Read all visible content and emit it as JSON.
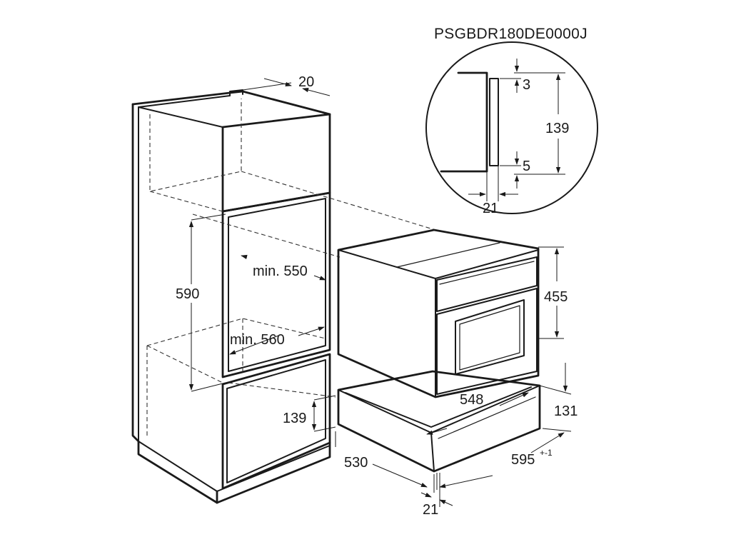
{
  "model_code": "PSGBDR180DE0000J",
  "dimensions": {
    "top_depth": "20",
    "cavity_height": "590",
    "min_depth": "min. 550",
    "min_width": "min. 560",
    "drawer_front_height": "139",
    "drawer_depth": "530",
    "front_thickness": "21",
    "appliance_height": "455",
    "appliance_width_inner": "548",
    "drawer_height": "131",
    "appliance_width": "595",
    "width_tolerance": "+-1"
  },
  "detail": {
    "gap_top": "3",
    "height": "139",
    "gap_bottom": "5",
    "thickness": "21"
  },
  "colors": {
    "line": "#1a1a1a",
    "background": "#ffffff"
  }
}
